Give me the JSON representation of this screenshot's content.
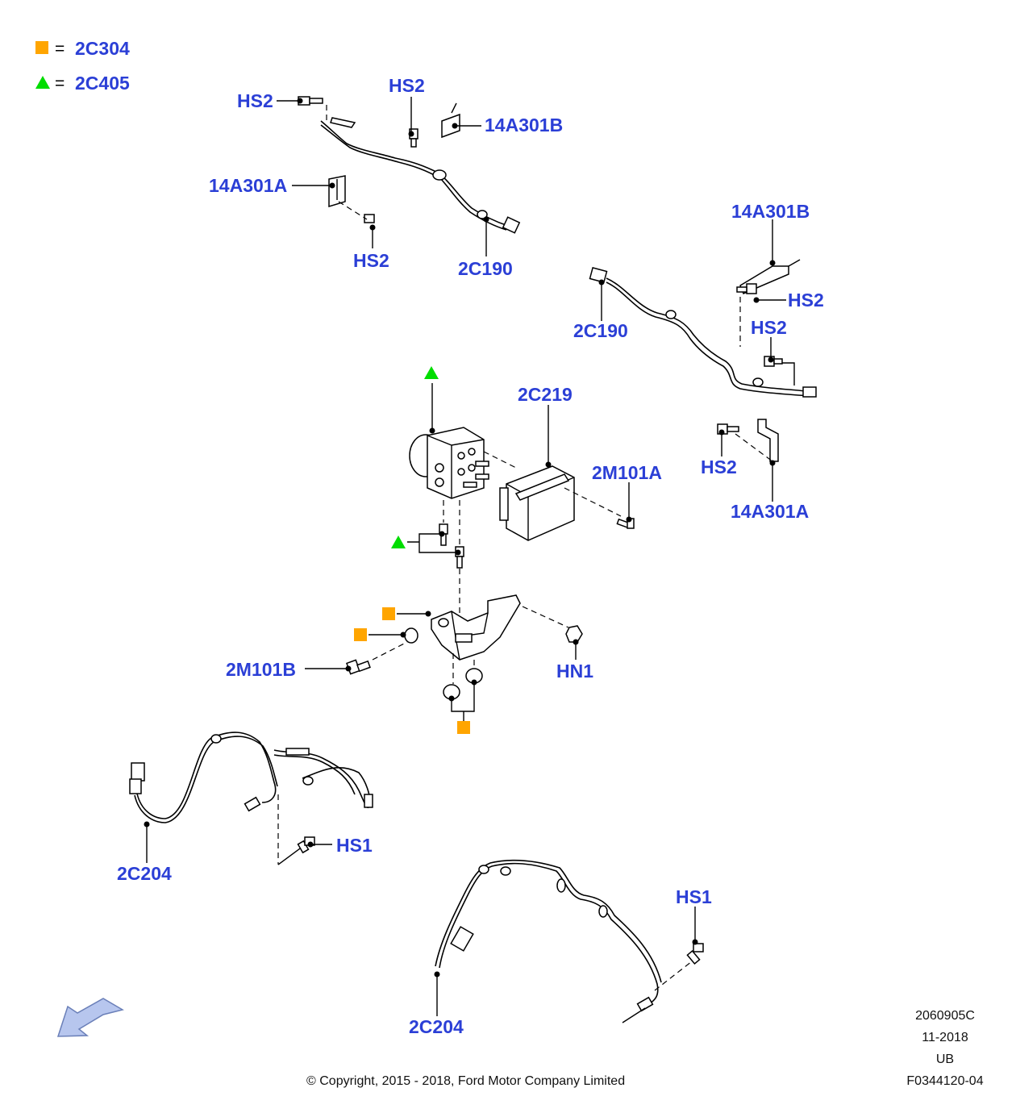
{
  "legend": [
    {
      "symbol": "square",
      "color": "#ffa500",
      "equals": "=",
      "code": "2C304"
    },
    {
      "symbol": "triangle",
      "color": "#00dd00",
      "equals": "=",
      "code": "2C405"
    }
  ],
  "callouts": {
    "hs2_a": "HS2",
    "hs2_b": "HS2",
    "bracket_b_top": "14A301B",
    "bracket_a_top": "14A301A",
    "hs2_c": "HS2",
    "sensor_cable_top": "2C190",
    "bracket_b_right": "14A301B",
    "hs2_d": "HS2",
    "sensor_cable_right": "2C190",
    "hs2_e": "HS2",
    "hs2_f": "HS2",
    "bracket_a_right": "14A301A",
    "abs_module": "2C219",
    "bolt_2m101a": "2M101A",
    "bolt_2m101b": "2M101B",
    "nut_hn1": "HN1",
    "rear_cable_left": "2C204",
    "hs1_left": "HS1",
    "rear_cable_bottom": "2C204",
    "hs1_right": "HS1"
  },
  "meta": {
    "drawing_number": "2060905C",
    "date": "11-2018",
    "region": "UB",
    "figure_number": "F0344120-04",
    "copyright": "© Copyright, 2015 - 2018, Ford Motor Company Limited"
  }
}
